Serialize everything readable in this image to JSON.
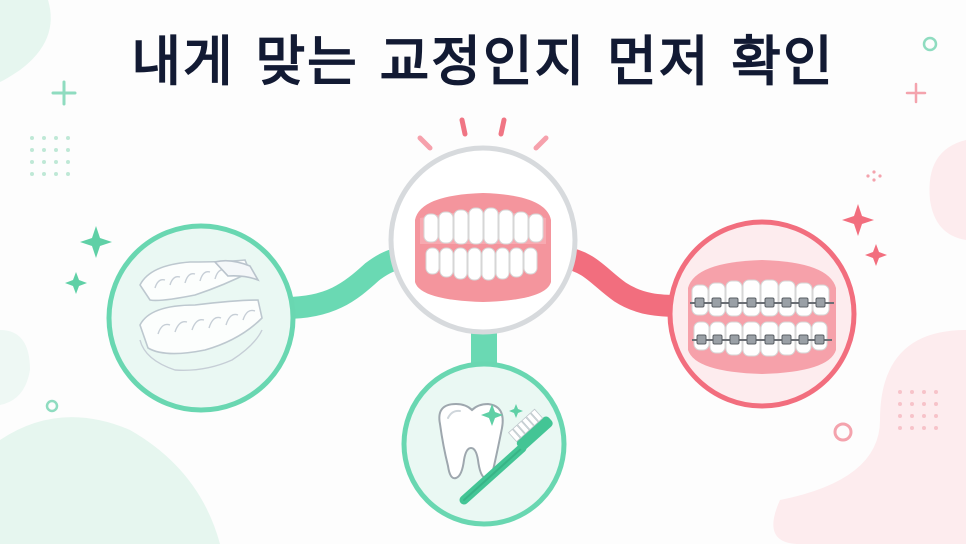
{
  "title": "내게 맞는 교정인지 먼저 확인",
  "colors": {
    "mint": "#5fd8b0",
    "mint_light": "#e4f7f0",
    "coral": "#f5707f",
    "coral_light": "#fde8ea",
    "title": "#121a33"
  },
  "items": [
    {
      "name": "clear-aligner",
      "icon": "clear-aligner-icon"
    },
    {
      "name": "natural-teeth",
      "icon": "teeth-smile-icon"
    },
    {
      "name": "metal-braces",
      "icon": "braces-teeth-icon"
    },
    {
      "name": "tooth-care",
      "icon": "tooth-toothbrush-icon"
    }
  ]
}
